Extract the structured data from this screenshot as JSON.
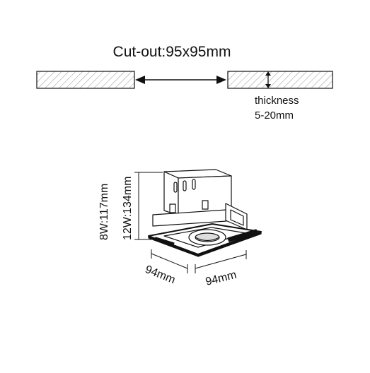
{
  "cutout_label": "Cut-out:95x95mm",
  "thickness_label": "thickness",
  "thickness_range": "5-20mm",
  "height_8w": "8W:117mm",
  "height_12w": "12W:134mm",
  "width_left": "94mm",
  "width_right": "94mm",
  "colors": {
    "line": "#111111",
    "hatch": "#666666"
  }
}
